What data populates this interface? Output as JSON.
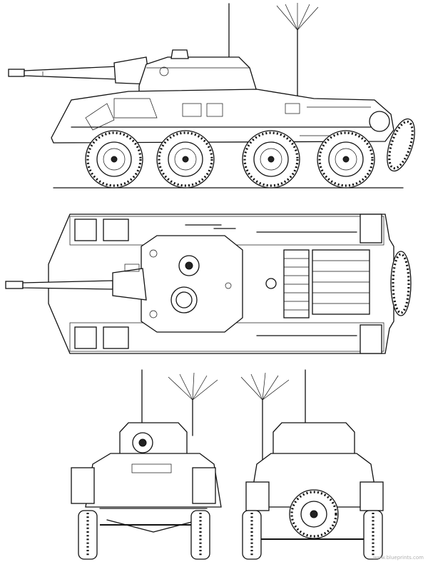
{
  "views": [
    "side",
    "top",
    "front",
    "rear"
  ],
  "wheels_per_side": 4,
  "watermark": "www.blueprints.com",
  "colors": {
    "ink": "#111111",
    "paper": "#ffffff"
  }
}
